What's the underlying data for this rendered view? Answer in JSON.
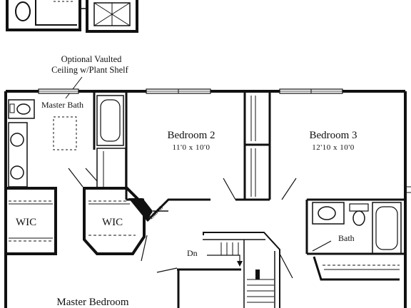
{
  "plan": {
    "note_line1": "Optional Vaulted",
    "note_line2": "Ceiling w/Plant Shelf",
    "rooms": {
      "master_bath": "Master Bath",
      "bedroom2": "Bedroom 2",
      "bedroom2_dim": "11'0 x 10'0",
      "bedroom3": "Bedroom 3",
      "bedroom3_dim": "12'10 x 10'0",
      "wic_left": "WIC",
      "wic_center": "WIC",
      "linen": "Linen",
      "bath": "Bath",
      "stairs_down": "Dn",
      "master_bedroom": "Master Bedroom"
    }
  }
}
